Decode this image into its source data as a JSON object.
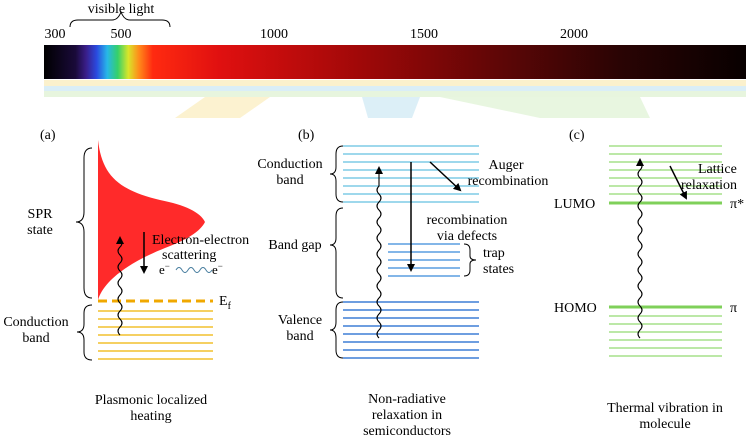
{
  "spectrum": {
    "visible_label": "visible light",
    "ticks": [
      "300",
      "500",
      "1000",
      "1500",
      "2000"
    ]
  },
  "panel_a": {
    "letter": "(a)",
    "spr_label": [
      "SPR",
      "state"
    ],
    "conduction_label": [
      "Conduction",
      "band"
    ],
    "scattering_label": [
      "Electron-electron",
      "scattering"
    ],
    "electron_left": "e",
    "electron_right": "e",
    "electron_sup": "−",
    "fermi_main": "E",
    "fermi_sub": "f",
    "caption": [
      "Plasmonic localized",
      "heating"
    ],
    "line_color": "#f2c12e",
    "fermi_color": "#f0a800",
    "spr_color": "#ff2a2a"
  },
  "panel_b": {
    "letter": "(b)",
    "conduction_label": [
      "Conduction",
      "band"
    ],
    "gap_label": "Band gap",
    "valence_label": [
      "Valence",
      "band"
    ],
    "auger_label": [
      "Auger",
      "recombination"
    ],
    "defect_label": [
      "recombination",
      "via defects"
    ],
    "trap_label": [
      "trap",
      "states"
    ],
    "caption": [
      "Non-radiative",
      "relaxation in",
      "semiconductors"
    ],
    "cb_color": "#7ecbe6",
    "vb_color": "#3f7fd6"
  },
  "panel_c": {
    "letter": "(c)",
    "lumo_label": "LUMO",
    "homo_label": "HOMO",
    "pi_star_label": "π*",
    "pi_label": "π",
    "lattice_label": [
      "Lattice",
      "relaxation"
    ],
    "caption": [
      "Thermal vibration in",
      "molecule"
    ],
    "line_color": "#a6e08a",
    "strong_color": "#7fd05a"
  }
}
